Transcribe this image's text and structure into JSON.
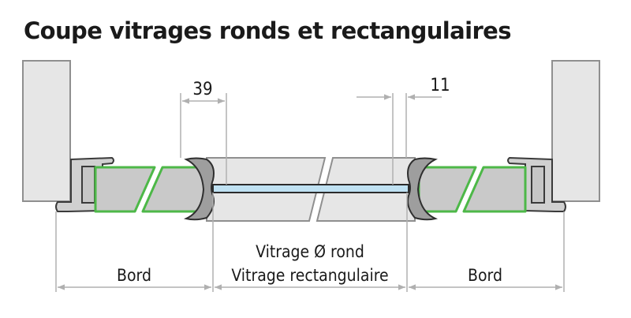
{
  "title": "Coupe vitrages ronds et rectangulaires",
  "dimensions": {
    "left_dim": "39",
    "right_dim": "11"
  },
  "labels": {
    "edge_left": "Bord",
    "edge_right": "Bord",
    "glazing_round": "Vitrage Ø rond",
    "glazing_rect": "Vitrage rectangulaire"
  },
  "colors": {
    "insulation_outline": "#4db848",
    "insulation_fill": "#c9c9c9",
    "glass": "#bfe1f2",
    "wall": "#e6e6e6",
    "profile": "#9e9e9e",
    "dim_line": "#b0b0b0"
  }
}
